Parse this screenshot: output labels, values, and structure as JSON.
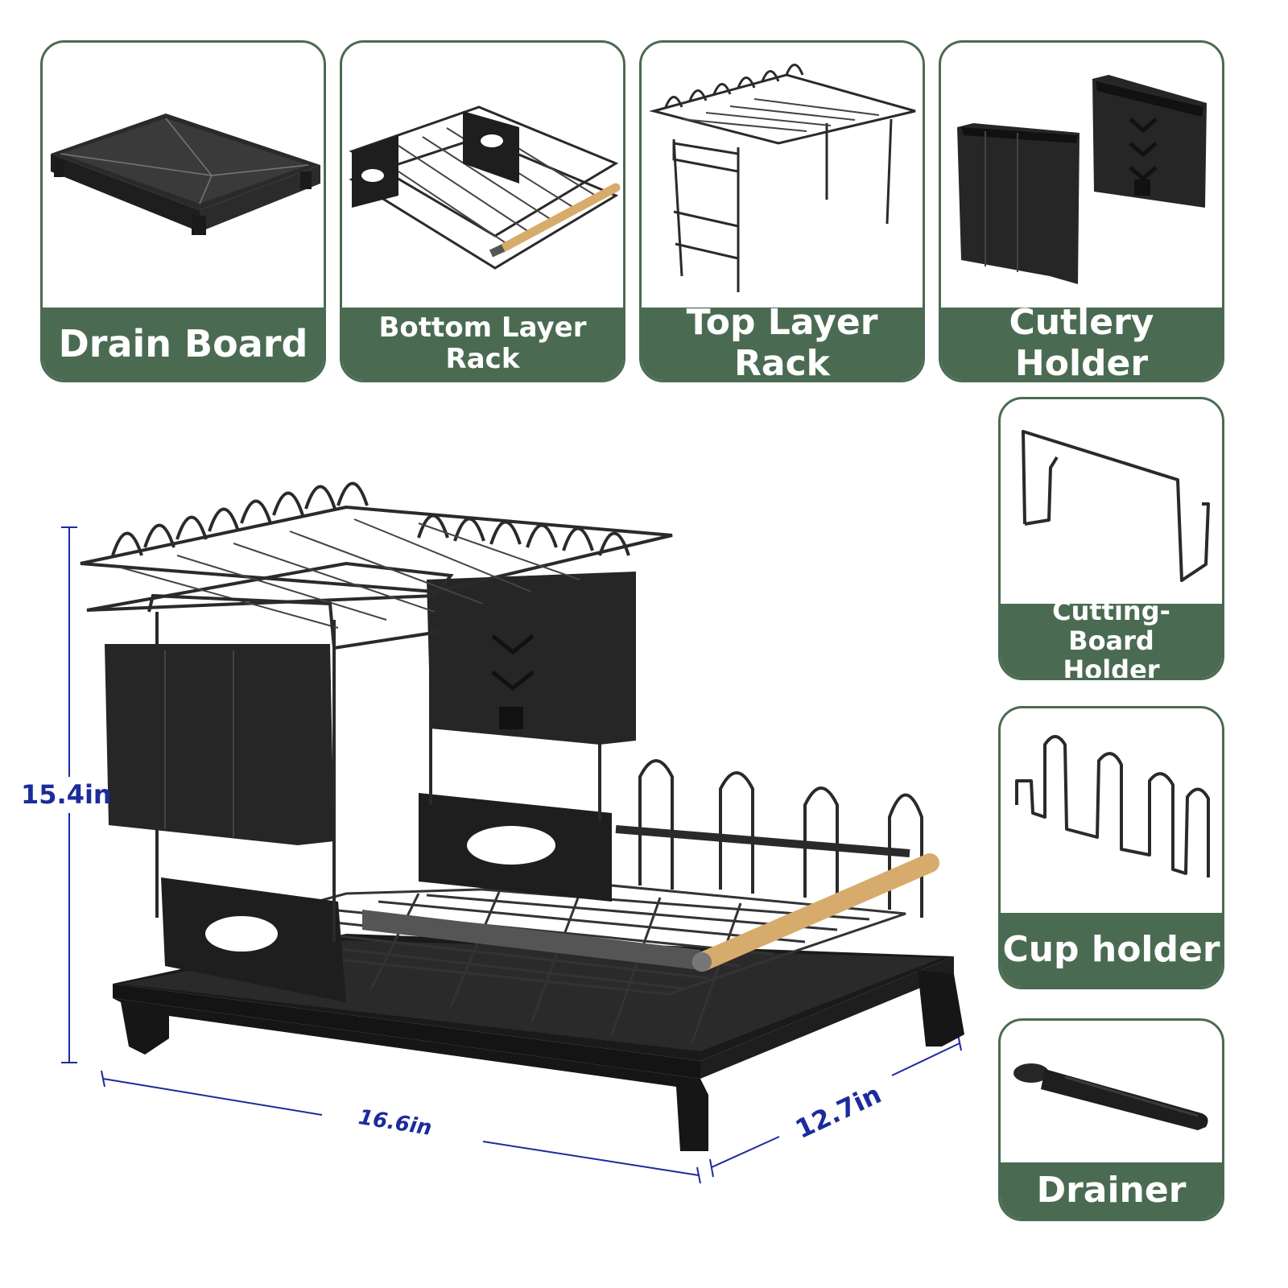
{
  "components": {
    "drain_board": "Drain Board",
    "bottom_layer_rack": "Bottom Layer Rack",
    "top_layer_rack": "Top Layer Rack",
    "cutlery_holder": "Cutlery Holder",
    "cutting_board_holder": "Cutting-Board Holder",
    "cup_holder": "Cup holder",
    "drainer": "Drainer"
  },
  "dimensions": {
    "height": "15.4in",
    "length": "16.6in",
    "width": "12.7in"
  },
  "colors": {
    "label_green": "#4a6b52",
    "dimension_blue": "#1c2b9c",
    "product_black": "#1e1e1e",
    "wood": "#d7ab6b"
  }
}
